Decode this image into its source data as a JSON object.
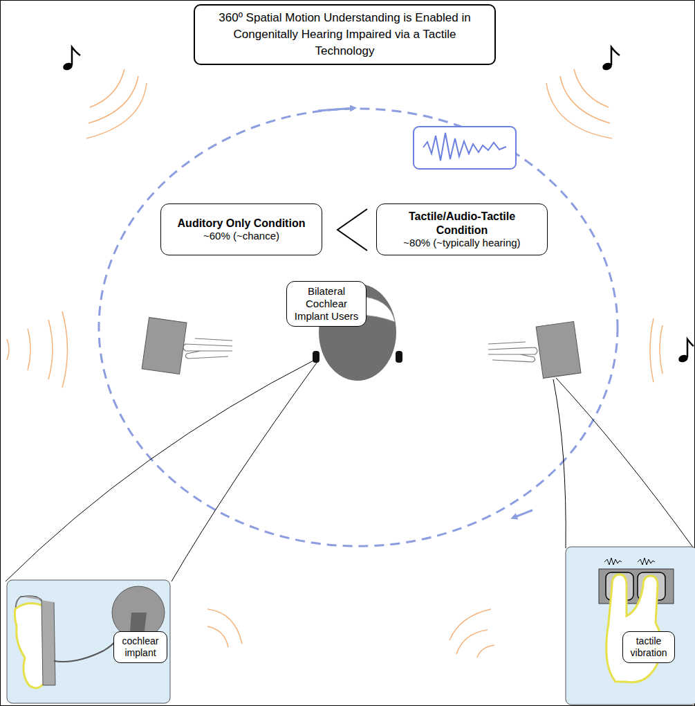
{
  "diagram": {
    "title": "360º Spatial Motion Understanding is Enabled in Congenitally Hearing Impaired via a Tactile Technology",
    "nodes": [
      {
        "text": [
          "Auditory Only Condition",
          "~60% (~chance)"
        ]
      },
      {
        "text": [
          "Tactile/Audio-Tactile Condition",
          "~80% (~typically hearing)"
        ]
      },
      {
        "text": [
          "Bilateral Cochlear Implant Users"
        ]
      },
      {
        "text": [
          "cochlear implant"
        ]
      },
      {
        "text": [
          "tactile vibration"
        ]
      }
    ]
  }
}
